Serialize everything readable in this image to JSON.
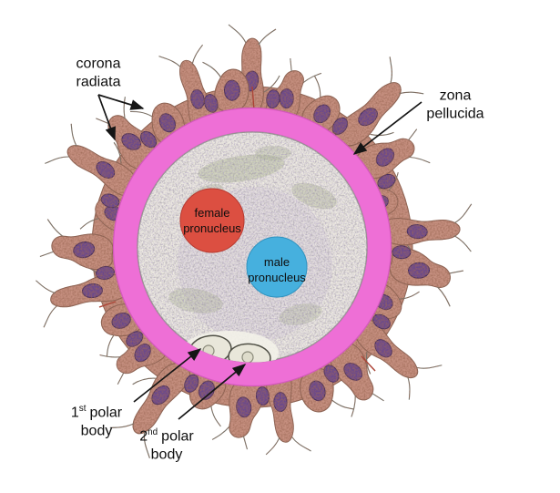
{
  "figure": {
    "title": "fertilized egg cell diagram",
    "background": "#ffffff",
    "labels": {
      "corona_radiata": {
        "line1": "corona",
        "line2": "radiata"
      },
      "zona_pellucida": {
        "line1": "zona",
        "line2": "pellucida"
      },
      "female_pronucleus": {
        "line1": "female",
        "line2": "pronucleus"
      },
      "male_pronucleus": {
        "line1": "male",
        "line2": "pronucleus"
      },
      "first_polar_body": {
        "ordinal": "1",
        "ordinal_suffix": "st",
        "word1": "polar",
        "word2": "body"
      },
      "second_polar_body": {
        "ordinal": "2",
        "ordinal_suffix": "nd",
        "word1": "polar",
        "word2": "body"
      }
    },
    "colors": {
      "zona_pellucida": "#ee6fd6",
      "female_pronucleus": "#dc4f41",
      "male_pronucleus": "#46b0de",
      "corona_cell": "#c69080",
      "cell_nucleus": "#6a4a8c",
      "ooplasm": "#efece2",
      "polar_body": "#e9e7da",
      "arrow": "#151515"
    }
  }
}
